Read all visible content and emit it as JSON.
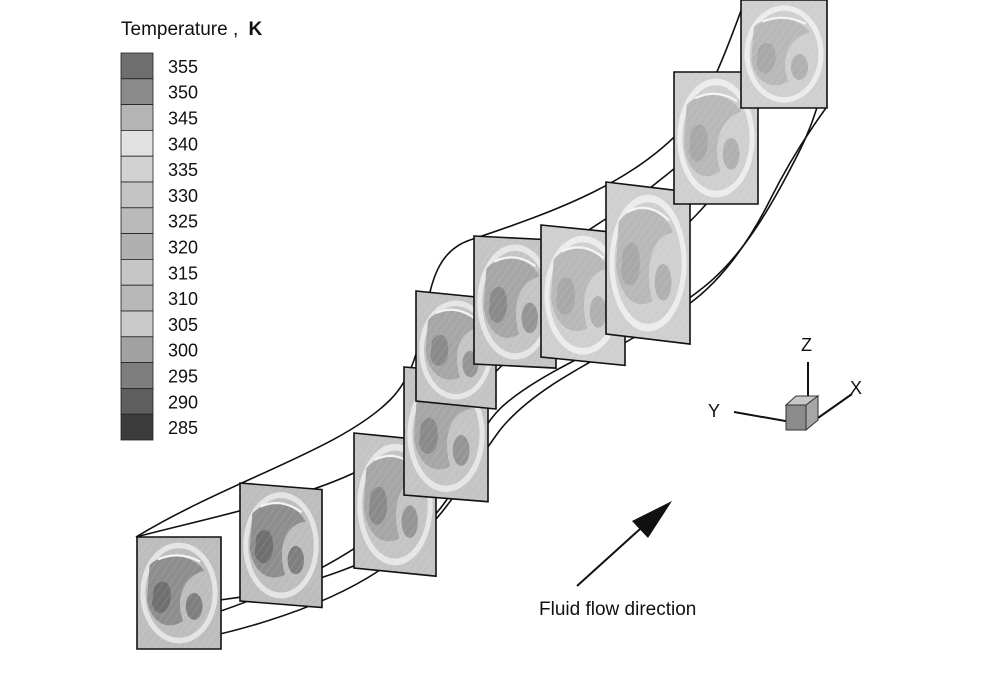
{
  "legend": {
    "title": "Temperature ,",
    "unit": "K",
    "levels": [
      {
        "value": "355",
        "color": "#6e6e6e"
      },
      {
        "value": "350",
        "color": "#8a8a8a"
      },
      {
        "value": "345",
        "color": "#b4b4b4"
      },
      {
        "value": "340",
        "color": "#e2e2e2"
      },
      {
        "value": "335",
        "color": "#d2d2d2"
      },
      {
        "value": "330",
        "color": "#c4c4c4"
      },
      {
        "value": "325",
        "color": "#bababa"
      },
      {
        "value": "320",
        "color": "#b0b0b0"
      },
      {
        "value": "315",
        "color": "#c6c6c6"
      },
      {
        "value": "310",
        "color": "#b8b8b8"
      },
      {
        "value": "305",
        "color": "#cacaca"
      },
      {
        "value": "300",
        "color": "#a2a2a2"
      },
      {
        "value": "295",
        "color": "#7e7e7e"
      },
      {
        "value": "290",
        "color": "#5e5e5e"
      },
      {
        "value": "285",
        "color": "#3c3c3c"
      }
    ]
  },
  "axes_triad": {
    "z_label": "Z",
    "y_label": "Y",
    "x_label": "X"
  },
  "flow_label": "Fluid flow direction"
}
